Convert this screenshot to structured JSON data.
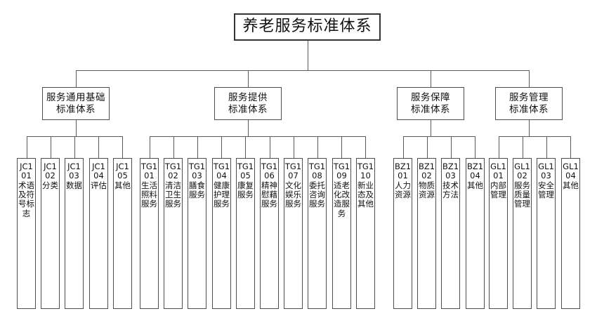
{
  "diagram": {
    "title": "养老服务标准体系",
    "root": {
      "label": "养老服务标准体系"
    },
    "branches": [
      {
        "id": "JC",
        "line1": "服务通用基础",
        "line2": "标准体系",
        "leaves": [
          {
            "code": "JC101",
            "name": "术语及符号标志"
          },
          {
            "code": "JC102",
            "name": "分类"
          },
          {
            "code": "JC103",
            "name": "数据"
          },
          {
            "code": "JC104",
            "name": "评估"
          },
          {
            "code": "JC105",
            "name": "其他"
          }
        ]
      },
      {
        "id": "TG",
        "line1": "服务提供",
        "line2": "标准体系",
        "leaves": [
          {
            "code": "TG101",
            "name": "生活照料服务"
          },
          {
            "code": "TG102",
            "name": "清洁卫生服务"
          },
          {
            "code": "TG103",
            "name": "膳食服务"
          },
          {
            "code": "TG104",
            "name": "健康护理服务"
          },
          {
            "code": "TG105",
            "name": "康复服务"
          },
          {
            "code": "TG106",
            "name": "精神慰藉服务"
          },
          {
            "code": "TG107",
            "name": "文化娱乐服务"
          },
          {
            "code": "TG108",
            "name": "委托咨询服务"
          },
          {
            "code": "TG109",
            "name": "适老化改造服务"
          },
          {
            "code": "TG110",
            "name": "新业态及其他"
          }
        ]
      },
      {
        "id": "BZ",
        "line1": "服务保障",
        "line2": "标准体系",
        "leaves": [
          {
            "code": "BZ101",
            "name": "人力资源"
          },
          {
            "code": "BZ102",
            "name": "物质资源"
          },
          {
            "code": "BZ103",
            "name": "技术方法"
          },
          {
            "code": "BZ104",
            "name": "其他"
          }
        ]
      },
      {
        "id": "GL",
        "line1": "服务管理",
        "line2": "标准体系",
        "leaves": [
          {
            "code": "GL101",
            "name": "内部管理"
          },
          {
            "code": "GL102",
            "name": "服务质量管理"
          },
          {
            "code": "GL103",
            "name": "安全管理"
          },
          {
            "code": "GL104",
            "name": "其他"
          }
        ]
      }
    ],
    "colors": {
      "box_border": "#4d4d4d",
      "root_border": "#333333",
      "line": "#595959",
      "background": "#ffffff",
      "text": "#111111"
    }
  }
}
